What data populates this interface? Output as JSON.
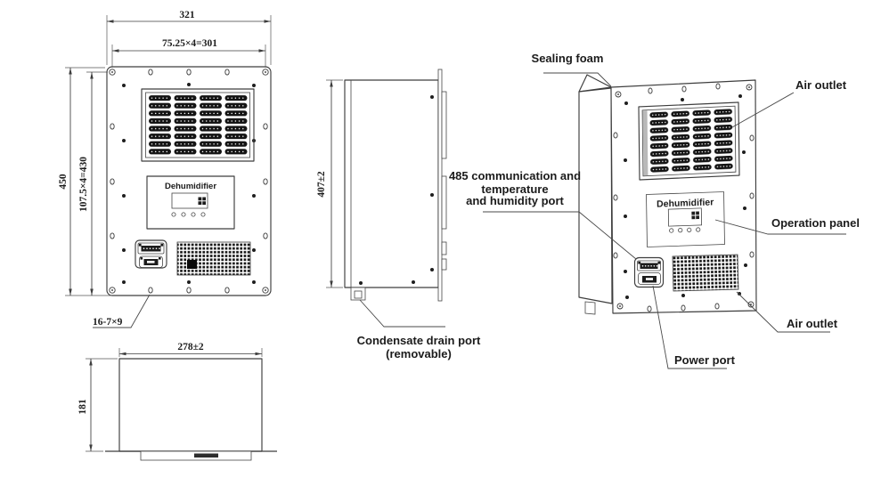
{
  "front_view": {
    "dim_width": "321",
    "dim_width_slots": "75.25×4=301",
    "dim_height": "450",
    "dim_height_slots": "107.5×4=430",
    "holes_note": "16-7×9",
    "panel_title": "Dehumidifier"
  },
  "side_view": {
    "dim_height": "407±2",
    "drain_line1": "Condensate drain port",
    "drain_line2": "(removable)"
  },
  "bottom_view": {
    "dim_width": "278±2",
    "dim_depth": "181"
  },
  "iso_view": {
    "panel_title": "Dehumidifier",
    "label_sealing_foam": "Sealing foam",
    "label_air_outlet_top": "Air outlet",
    "label_comm_1": "485 communication and",
    "label_comm_2": "temperature",
    "label_comm_3": "and humidity port",
    "label_operation_panel": "Operation panel",
    "label_air_outlet_bottom": "Air outlet",
    "label_power_port": "Power port"
  },
  "colors": {
    "line": "#3d3d3d",
    "text": "#1b1b1b",
    "background": "#ffffff"
  }
}
